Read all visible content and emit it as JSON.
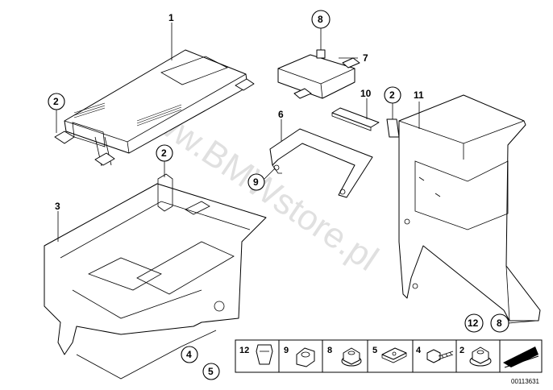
{
  "watermark": "www.BMWstore.pl",
  "callouts": {
    "p1": "1",
    "p2a": "2",
    "p2b": "2",
    "p2c": "2",
    "p3": "3",
    "p4": "4",
    "p5": "5",
    "p6": "6",
    "p7": "7",
    "p8": "8",
    "p9": "9",
    "p10": "10",
    "p11": "11",
    "p12": "12",
    "p8b": "8"
  },
  "hardware_strip": {
    "items": [
      {
        "label": "12",
        "icon": "clip-nut-icon"
      },
      {
        "label": "9",
        "icon": "hex-nut-icon"
      },
      {
        "label": "8",
        "icon": "collar-nut-icon"
      },
      {
        "label": "5",
        "icon": "spring-nut-icon"
      },
      {
        "label": "4",
        "icon": "hex-bolt-icon"
      },
      {
        "label": "2",
        "icon": "flange-nut-icon"
      },
      {
        "label": "",
        "icon": "wedge-arrow-icon"
      }
    ]
  },
  "diagram_ref": "00113631"
}
